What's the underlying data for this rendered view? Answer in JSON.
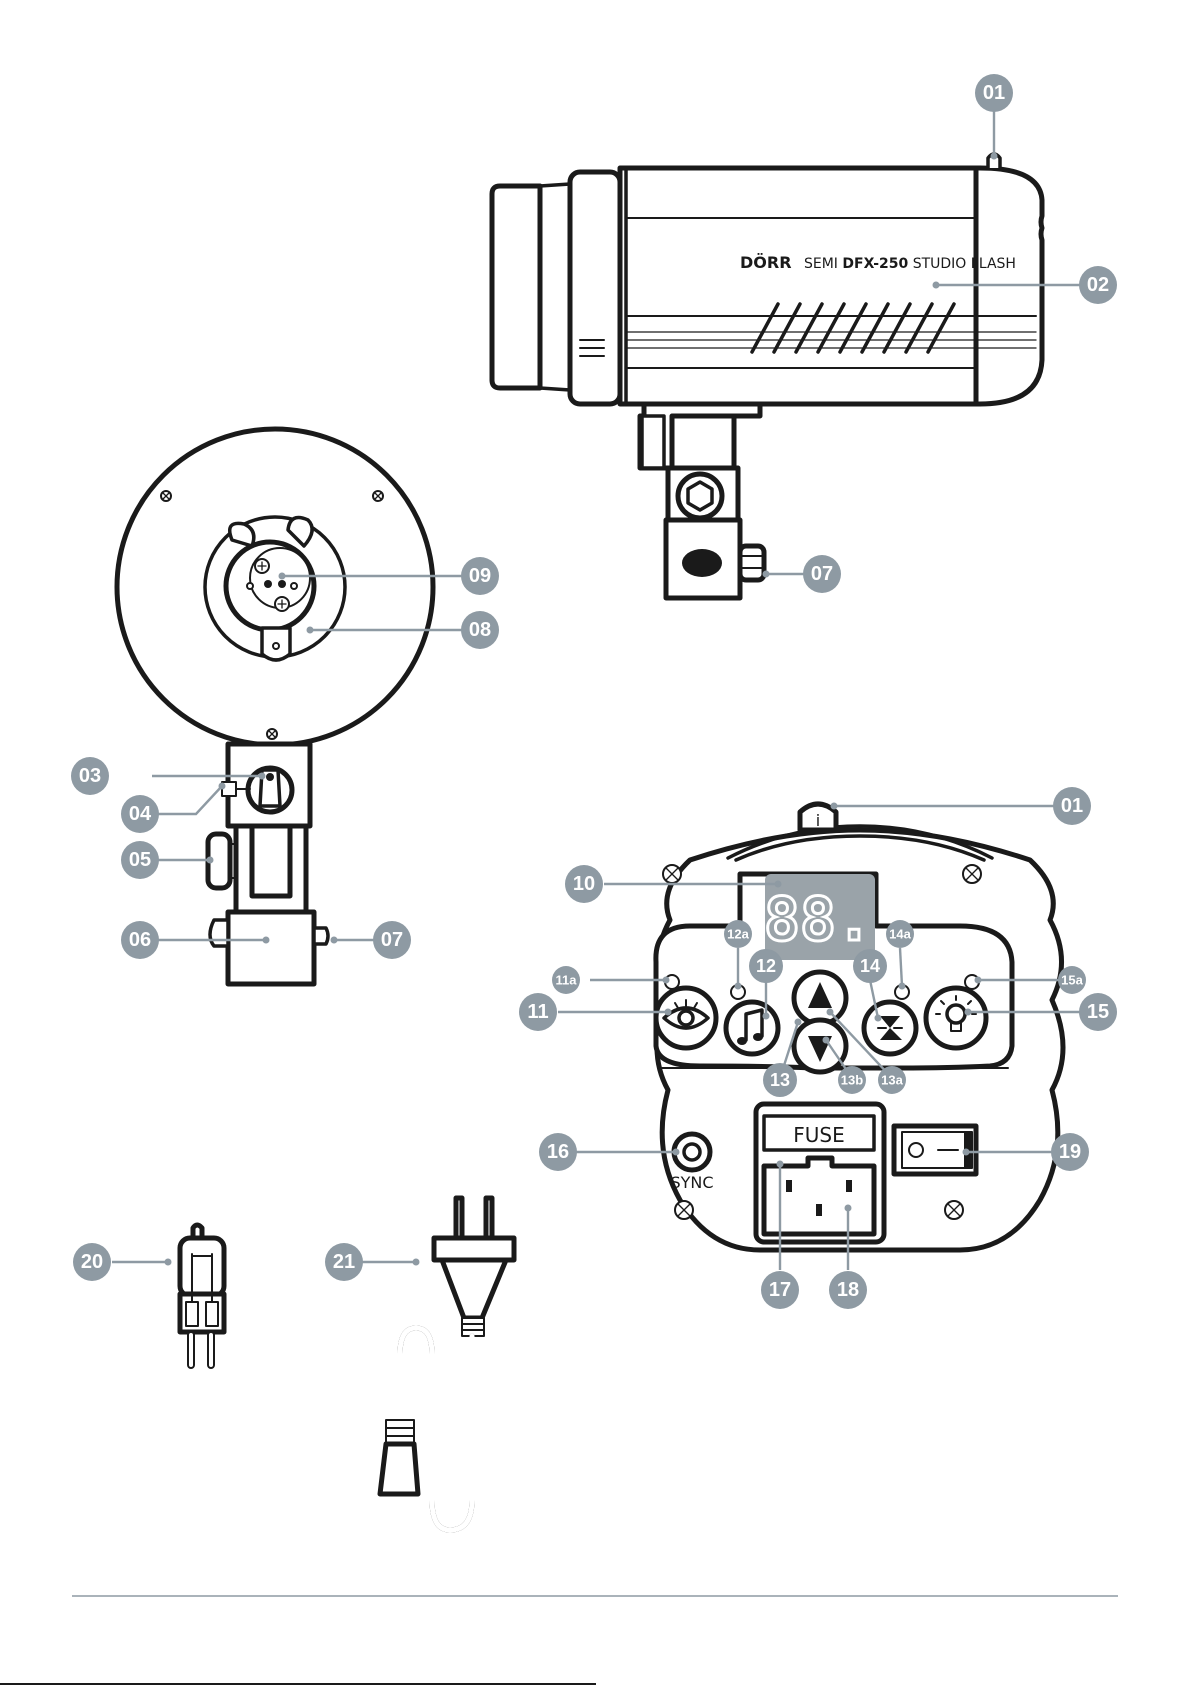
{
  "flash_side": {
    "brand": "DÖRR",
    "model_prefix": "SEMI ",
    "model": "DFX-250",
    "model_suffix": " STUDIO FLASH"
  },
  "control_panel": {
    "fuse_label": "FUSE",
    "sync_label": "SYNC",
    "display_text": "88.",
    "info_icon": "i"
  },
  "callouts": [
    {
      "id": "01",
      "label": "01"
    },
    {
      "id": "02",
      "label": "02"
    },
    {
      "id": "03",
      "label": "03"
    },
    {
      "id": "04",
      "label": "04"
    },
    {
      "id": "05",
      "label": "05"
    },
    {
      "id": "06",
      "label": "06"
    },
    {
      "id": "07",
      "label": "07"
    },
    {
      "id": "08",
      "label": "08"
    },
    {
      "id": "09",
      "label": "09"
    },
    {
      "id": "10",
      "label": "10"
    },
    {
      "id": "11",
      "label": "11"
    },
    {
      "id": "11a",
      "label": "11a"
    },
    {
      "id": "12",
      "label": "12"
    },
    {
      "id": "12a",
      "label": "12a"
    },
    {
      "id": "13",
      "label": "13"
    },
    {
      "id": "13a",
      "label": "13a"
    },
    {
      "id": "13b",
      "label": "13b"
    },
    {
      "id": "14",
      "label": "14"
    },
    {
      "id": "14a",
      "label": "14a"
    },
    {
      "id": "15",
      "label": "15"
    },
    {
      "id": "15a",
      "label": "15a"
    },
    {
      "id": "16",
      "label": "16"
    },
    {
      "id": "17",
      "label": "17"
    },
    {
      "id": "18",
      "label": "18"
    },
    {
      "id": "19",
      "label": "19"
    },
    {
      "id": "20",
      "label": "20"
    },
    {
      "id": "21",
      "label": "21"
    }
  ],
  "colors": {
    "callout": "#8e9aa3",
    "line": "#1a1a1a",
    "display_bg": "#9aa3a9",
    "reflector_ring": "#e9ecee"
  }
}
